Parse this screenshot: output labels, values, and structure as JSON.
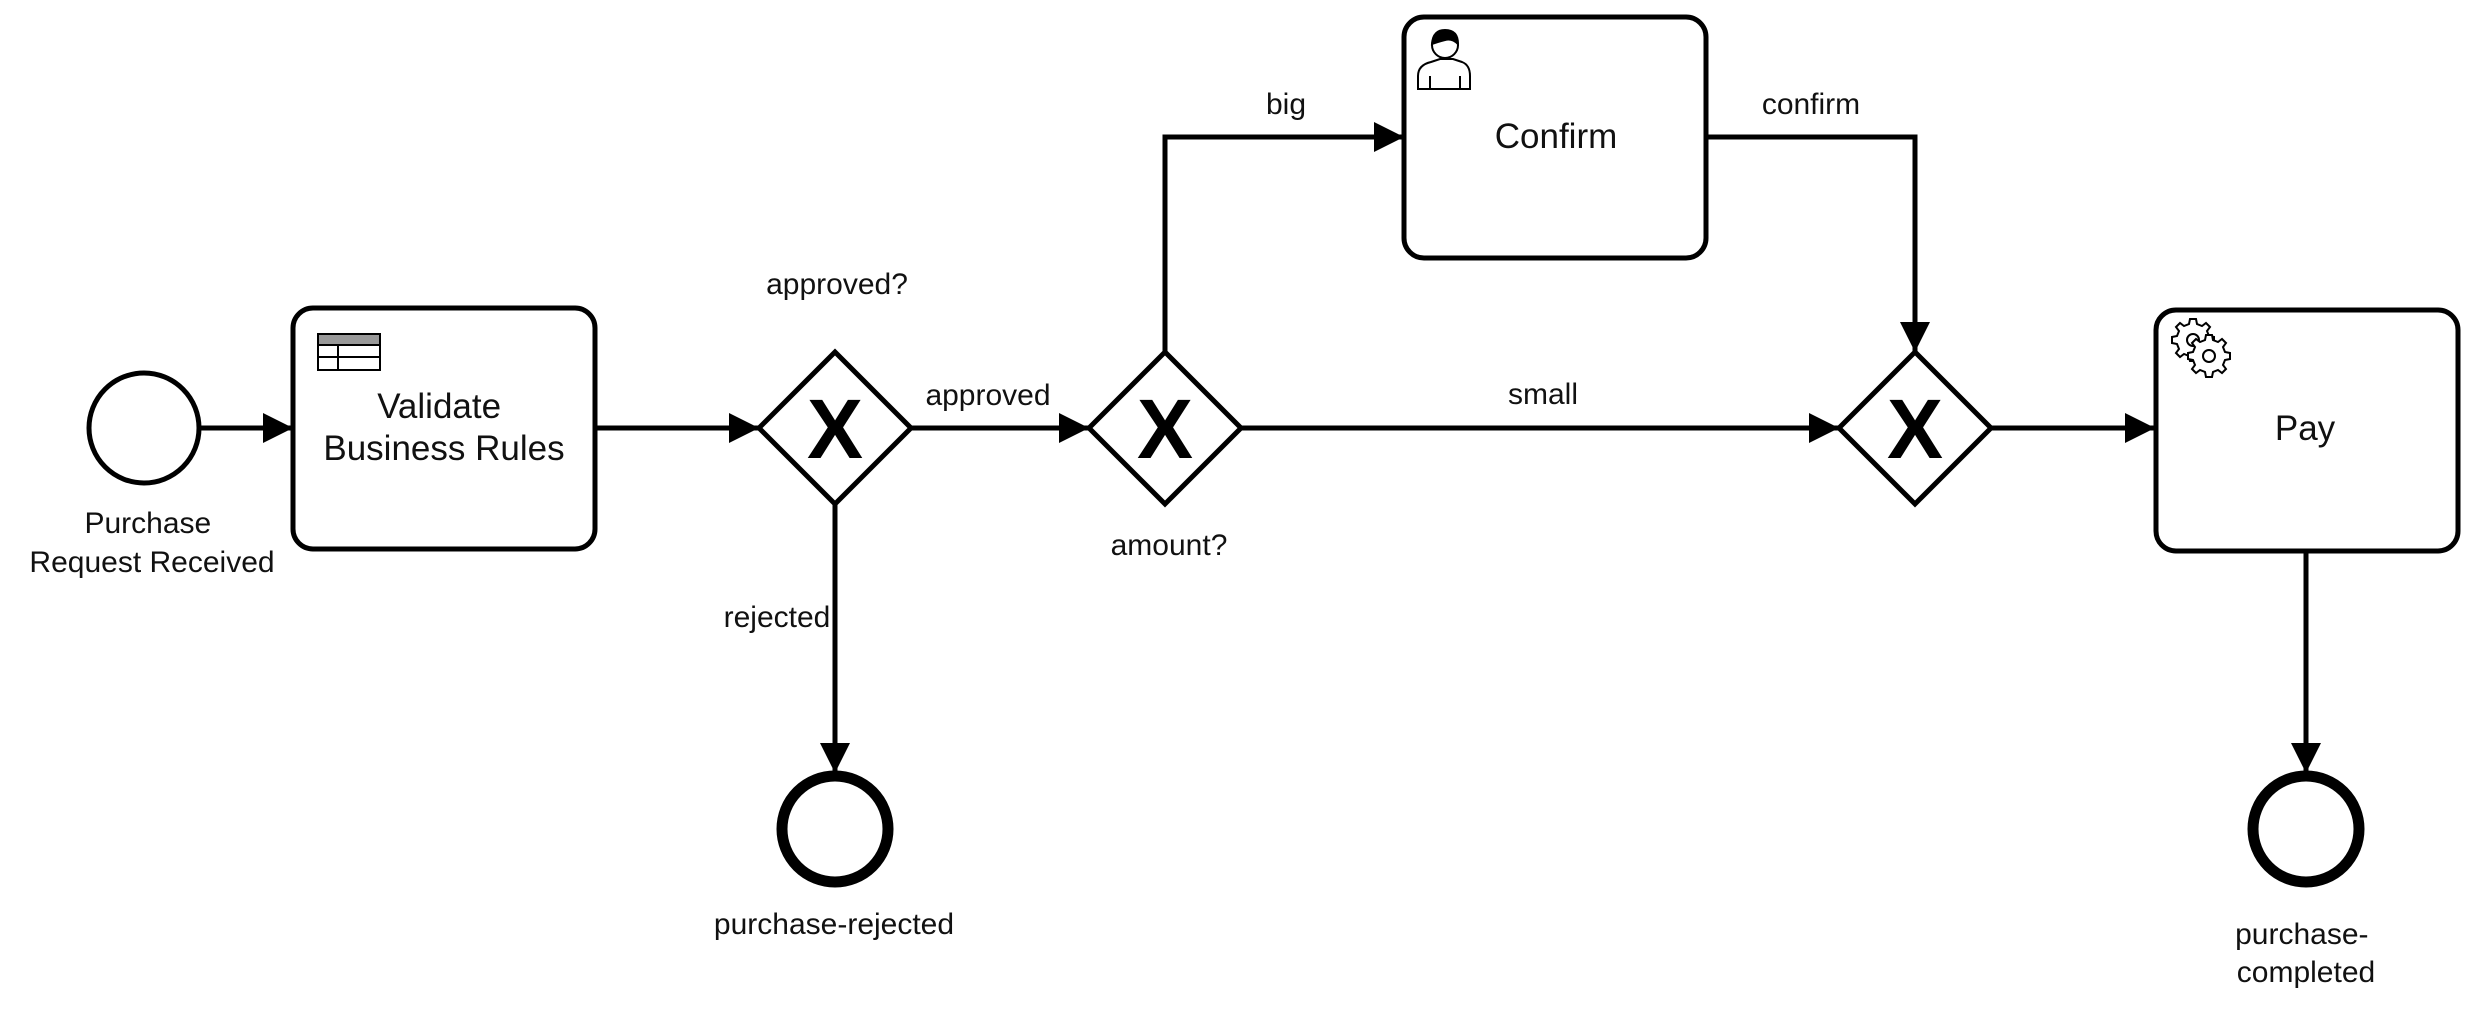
{
  "events": {
    "start": {
      "label_lines": [
        "Purchase",
        "Request Received"
      ]
    },
    "end_rejected": {
      "label": "purchase-rejected"
    },
    "end_completed": {
      "label_lines": [
        "purchase-",
        "completed"
      ]
    }
  },
  "tasks": {
    "validate": {
      "label_lines": [
        "Validate",
        "Business Rules"
      ],
      "type_icon": "business-rule-table-icon"
    },
    "confirm": {
      "label": "Confirm",
      "type_icon": "user-icon"
    },
    "pay": {
      "label": "Pay",
      "type_icon": "gears-icon"
    }
  },
  "gateways": {
    "approved": {
      "label": "approved?",
      "marker": "X"
    },
    "amount": {
      "label": "amount?",
      "marker": "X"
    },
    "join": {
      "label": "",
      "marker": "X"
    }
  },
  "flows": {
    "approved": "approved",
    "rejected": "rejected",
    "big": "big",
    "small": "small",
    "confirm": "confirm"
  }
}
